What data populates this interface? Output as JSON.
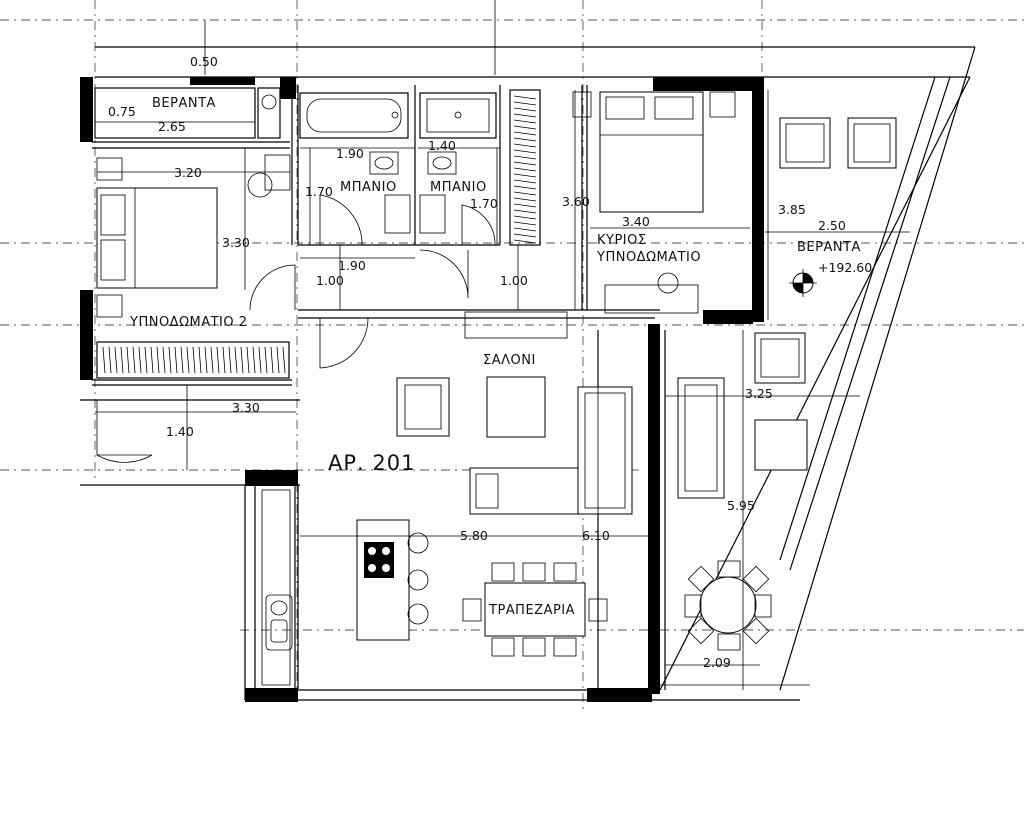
{
  "apartment": {
    "name": "ΑΡ. 201"
  },
  "rooms": {
    "veranda_top": "ΒΕΡΑΝΤΑ",
    "veranda_right": "ΒΕΡΑΝΤΑ",
    "bath_1": "ΜΠΑΝΙΟ",
    "bath_2": "ΜΠΑΝΙΟ",
    "master_line1": "ΚΥΡΙΟΣ",
    "master_line2": "ΥΠΝΟΔΩΜΑΤΙΟ",
    "bedroom_2": "ΥΠΝΟΔΩΜΑΤΙΟ 2",
    "living": "ΣΑΛΟΝΙ",
    "dining": "ΤΡΑΠΕΖΑΡΙΑ"
  },
  "level_mark": "+192.60",
  "dimensions": {
    "d050": "0.50",
    "d075": "0.75",
    "d265": "2.65",
    "d320": "3.20",
    "d190_top": "1.90",
    "d140_top": "1.40",
    "d170_left": "1.70",
    "d170_right": "1.70",
    "d330_vert": "3.30",
    "d190_mid": "1.90",
    "d100_left": "1.00",
    "d100_right": "1.00",
    "d360": "3.60",
    "d340": "3.40",
    "d385": "3.85",
    "d250": "2.50",
    "d330_horiz": "3.30",
    "d140_vert": "1.40",
    "d325": "3.25",
    "d580": "5.80",
    "d610": "6.10",
    "d595": "5.95",
    "d209": "2.09"
  },
  "icons": [
    "level-marker-icon",
    "cooktop-icon",
    "sink-icon",
    "bathtub-icon",
    "wardrobe-icon"
  ]
}
